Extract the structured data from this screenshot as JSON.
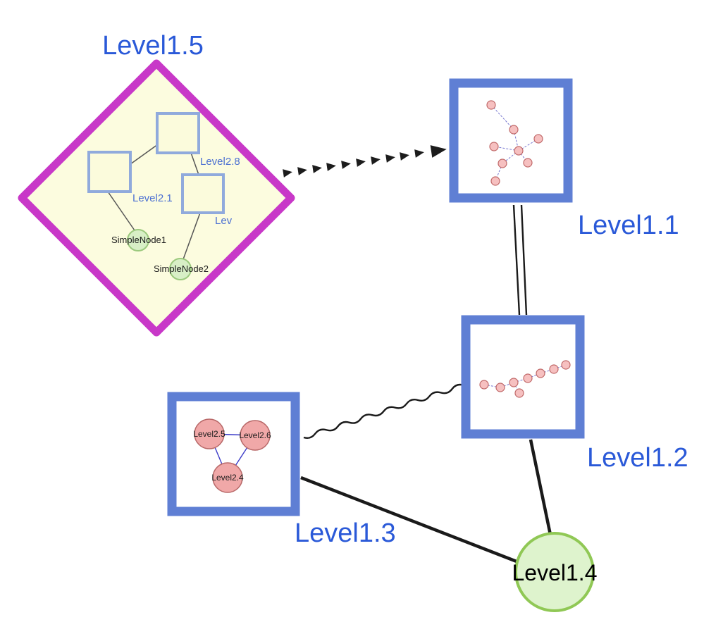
{
  "palette": {
    "label_blue": "#2a59d8",
    "node_border_blue": "#5f7fd4",
    "diamond_magenta": "#c838c8",
    "diamond_fill": "#fcfcdf",
    "green_node_fill": "#d8efc6",
    "green_node_border": "#90c855",
    "pink_node_fill": "#f0a8a8",
    "pink_node_border": "#c06868",
    "inner_edge_blue": "#3c3cc8",
    "edge_black": "#1a1a1a"
  },
  "nodes": {
    "level15": {
      "label": "Level1.5",
      "shape": "diamond-group"
    },
    "level11": {
      "label": "Level1.1",
      "shape": "square-group"
    },
    "level12": {
      "label": "Level1.2",
      "shape": "square-group"
    },
    "level13": {
      "label": "Level1.3",
      "shape": "square-group"
    },
    "level14": {
      "label": "Level1.4",
      "shape": "circle"
    },
    "level28": {
      "label": "Level2.8",
      "shape": "square"
    },
    "level21": {
      "label": "Level2.1",
      "shape": "square"
    },
    "lev": {
      "label": "Lev",
      "shape": "square"
    },
    "simple1": {
      "label": "SimpleNode1",
      "shape": "circle"
    },
    "simple2": {
      "label": "SimpleNode2",
      "shape": "circle"
    },
    "level25": {
      "label": "Level2.5",
      "shape": "circle"
    },
    "level26": {
      "label": "Level2.6",
      "shape": "circle"
    },
    "level24": {
      "label": "Level2.4",
      "shape": "circle"
    }
  },
  "edges": [
    {
      "from": "Level1.5",
      "to": "Level1.1",
      "style": "dashed-arrow"
    },
    {
      "from": "Level1.1",
      "to": "Level1.2",
      "style": "double-line"
    },
    {
      "from": "Level1.3",
      "to": "Level1.2",
      "style": "wavy"
    },
    {
      "from": "Level1.3",
      "to": "Level1.4",
      "style": "solid"
    },
    {
      "from": "Level1.2",
      "to": "Level1.4",
      "style": "solid"
    }
  ],
  "inner_edges_level15": [
    {
      "from": "Level2.1",
      "to": "Level2.8"
    },
    {
      "from": "Level2.8",
      "to": "Lev"
    },
    {
      "from": "Level2.1",
      "to": "SimpleNode1"
    },
    {
      "from": "Lev",
      "to": "SimpleNode2"
    }
  ],
  "inner_edges_level13": [
    {
      "from": "Level2.5",
      "to": "Level2.6"
    },
    {
      "from": "Level2.5",
      "to": "Level2.4"
    },
    {
      "from": "Level2.6",
      "to": "Level2.4"
    }
  ]
}
